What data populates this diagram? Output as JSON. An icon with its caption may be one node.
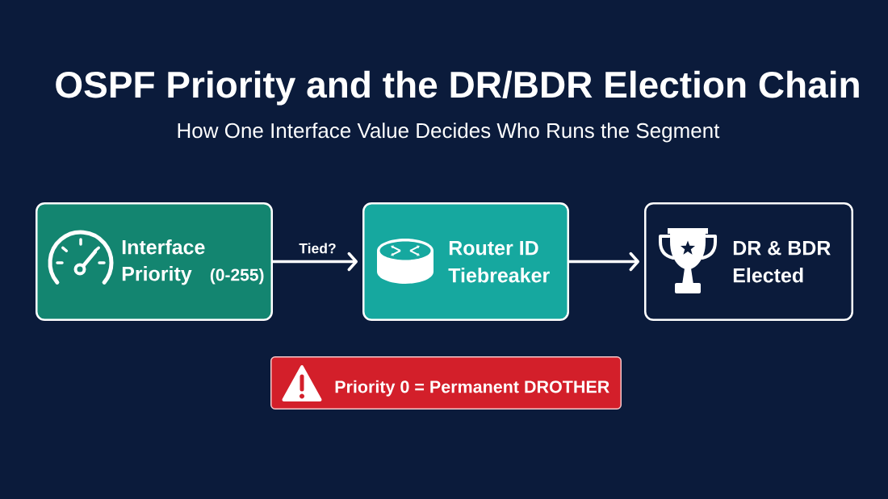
{
  "diagram": {
    "title": "OSPF Priority and the DR/BDR Election Chain",
    "nodes": [
      {
        "text": [
          "Interface Priority",
          "(0-255)"
        ]
      },
      {
        "text": [
          "Router ID Tiebreaker"
        ]
      },
      {
        "text": [
          "DR & BDR Elected"
        ]
      },
      {
        "text": [
          "Priority 0 = Permanent DROTHER"
        ]
      }
    ],
    "edges": [
      {
        "from": 0,
        "to": 1,
        "arrow": "to",
        "label": "Tied?"
      },
      {
        "from": 1,
        "to": 2,
        "arrow": "to"
      }
    ],
    "labels": [
      "How One Interface Value Decides Who Runs the Segment"
    ]
  }
}
